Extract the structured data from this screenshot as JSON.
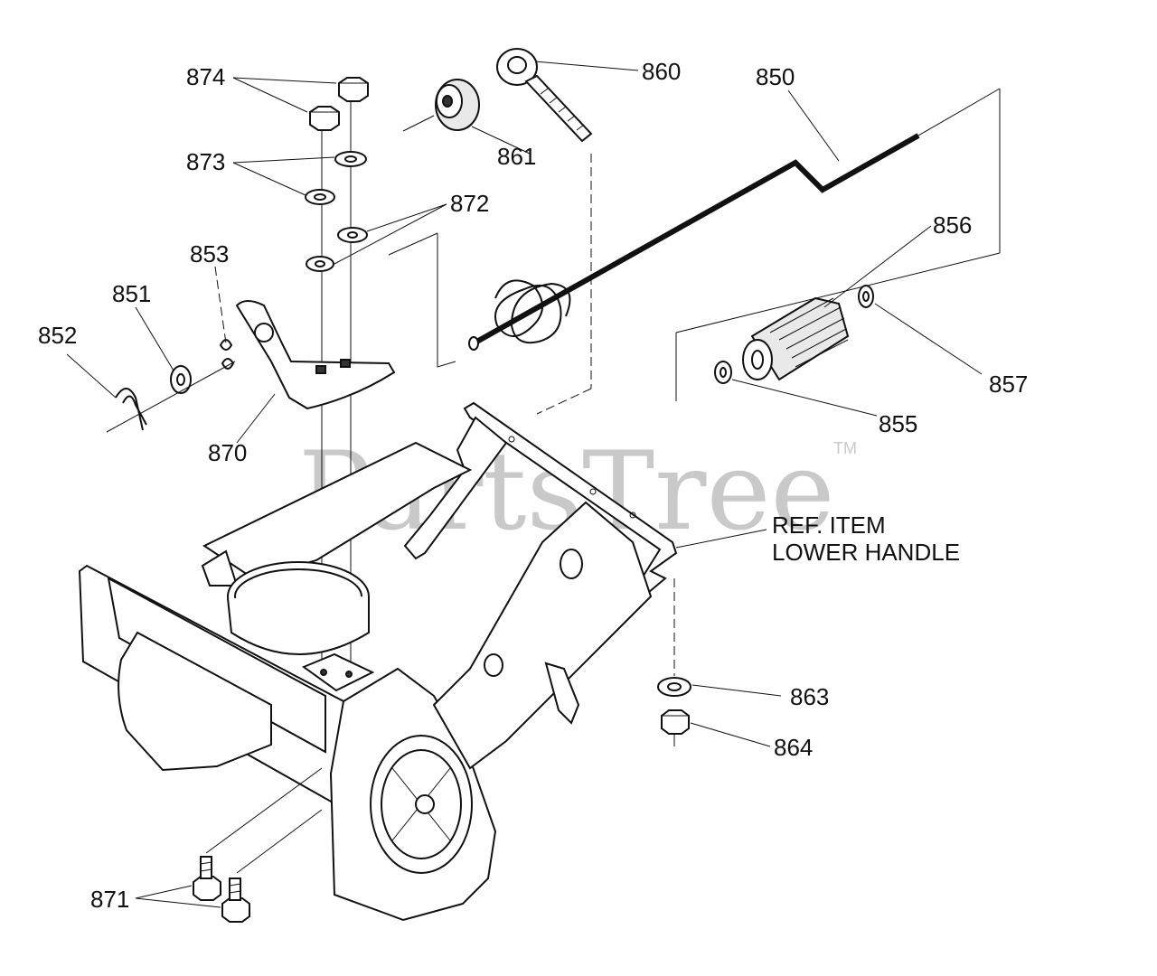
{
  "watermark": {
    "text": "PartsTree",
    "trademark": "TM"
  },
  "callouts": {
    "p874": "874",
    "p873": "873",
    "p872": "872",
    "p853": "853",
    "p851": "851",
    "p852": "852",
    "p870": "870",
    "p861": "861",
    "p860": "860",
    "p850": "850",
    "p856": "856",
    "p857": "857",
    "p855": "855",
    "p863": "863",
    "p864": "864",
    "p871": "871"
  },
  "reference_note": {
    "line1": "REF. ITEM",
    "line2": "LOWER HANDLE"
  }
}
